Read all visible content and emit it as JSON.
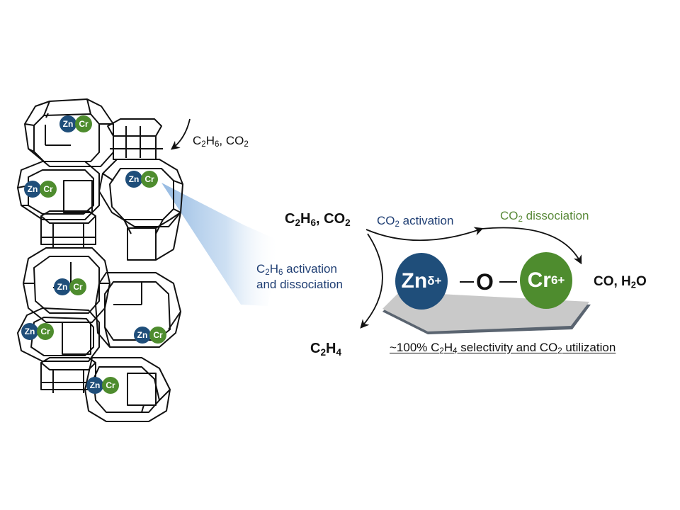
{
  "framework": {
    "description": "zeolite framework with Zn-Cr sites",
    "site_pairs": [
      {
        "zn_label": "Zn",
        "cr_label": "Cr"
      },
      {
        "zn_label": "Zn",
        "cr_label": "Cr"
      },
      {
        "zn_label": "Zn",
        "cr_label": "Cr"
      },
      {
        "zn_label": "Zn",
        "cr_label": "Cr"
      },
      {
        "zn_label": "Zn",
        "cr_label": "Cr"
      },
      {
        "zn_label": "Zn",
        "cr_label": "Cr"
      },
      {
        "zn_label": "Zn",
        "cr_label": "Cr"
      }
    ],
    "feed_label": {
      "c": "C",
      "c_sub": "2",
      "h": "H",
      "h_sub": "6",
      "sep": ", CO",
      "co_sub": "2"
    }
  },
  "mechanism": {
    "reactants": {
      "c": "C",
      "c_sub": "2",
      "h": "H",
      "h_sub": "6",
      "sep": ", CO",
      "co_sub": "2"
    },
    "co2_activation": {
      "pre": "CO",
      "sub": "2",
      "post": " activation"
    },
    "co2_dissociation": {
      "pre": "CO",
      "sub": "2",
      "post": " dissociation"
    },
    "c2h6_activation": {
      "c": "C",
      "c_sub": "2",
      "h": "H",
      "h_sub": "6",
      "line1_post": " activation",
      "line2": "and dissociation"
    },
    "zn_site": {
      "symbol": "Zn",
      "charge": "δ+"
    },
    "oxygen": {
      "symbol": "O",
      "bond": "—"
    },
    "cr_site": {
      "symbol": "Cr",
      "charge": "6+"
    },
    "products_right": {
      "pre": "CO, H",
      "sub": "2",
      "post": "O"
    },
    "product_left": {
      "c": "C",
      "c_sub": "2",
      "h": "H",
      "h_sub": "4"
    },
    "summary": {
      "p1": "~100% C",
      "s1": "2",
      "p2": "H",
      "s2": "4",
      "p3": " selectivity and CO",
      "s3": "2",
      "p4": " utilization"
    }
  },
  "colors": {
    "zn": "#1f4e7a",
    "cr": "#4e8c2e",
    "blue_text": "#1f3e73",
    "green_text": "#5a8a3a",
    "support": "#c8c8c8",
    "beam": "#a9c8e8"
  }
}
